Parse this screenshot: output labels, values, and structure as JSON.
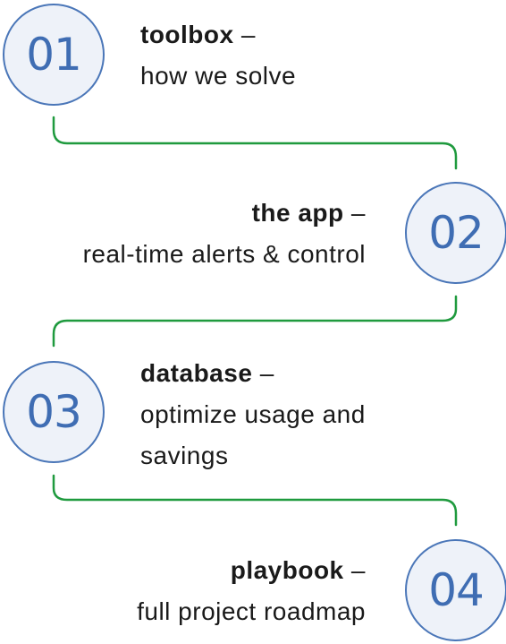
{
  "steps": [
    {
      "number": "01",
      "title": "toolbox",
      "separator": "–",
      "description": "how we solve"
    },
    {
      "number": "02",
      "title": "the app",
      "separator": "–",
      "description": "real-time alerts & control"
    },
    {
      "number": "03",
      "title": "database",
      "separator": "–",
      "description": "optimize usage and savings"
    },
    {
      "number": "04",
      "title": "playbook",
      "separator": "–",
      "description": "full project roadmap"
    }
  ],
  "colors": {
    "connector": "#1f9a3e",
    "circle_border": "#4a76b8",
    "circle_fill": "#eef2f9",
    "number": "#3f6db3"
  }
}
